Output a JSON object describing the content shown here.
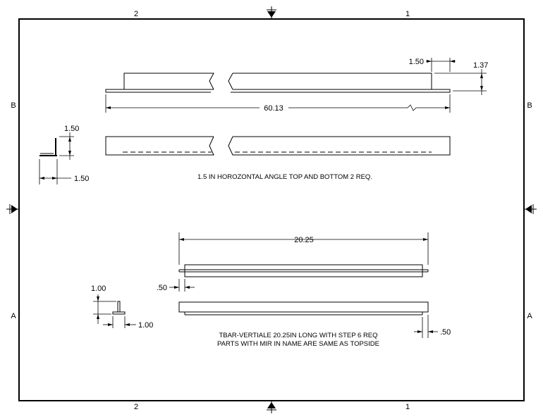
{
  "zones": {
    "top_left": "2",
    "top_right": "1",
    "bottom_left": "2",
    "bottom_right": "1",
    "left_upper": "B",
    "left_lower": "A",
    "right_upper": "B",
    "right_lower": "A"
  },
  "dimensions": {
    "angle_flange_width": "1.50",
    "angle_height": "1.37",
    "angle_length": "60.13",
    "angle_section_height": "1.50",
    "angle_section_width": "1.50",
    "tbar_length": "20.25",
    "tbar_step": ".50",
    "tbar_section_height": "1.00",
    "tbar_section_width": "1.00",
    "tbar_step_end": ".50"
  },
  "notes": {
    "angle_note": "1.5 IN HOROZONTAL ANGLE TOP AND BOTTOM 2 REQ.",
    "tbar_note_1": "TBAR-VERTIALE 20.25IN LONG WITH STEP 6 REQ",
    "tbar_note_2": "PARTS WITH MIR IN NAME ARE SAME AS TOPSIDE"
  }
}
